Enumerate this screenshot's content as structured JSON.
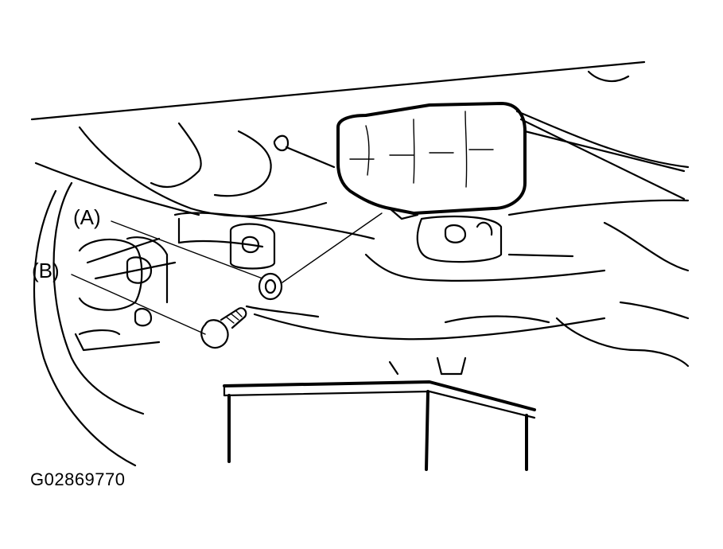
{
  "diagram": {
    "labels": {
      "a": "(A)",
      "b": "(B)"
    },
    "figure_id": "G02869770"
  }
}
